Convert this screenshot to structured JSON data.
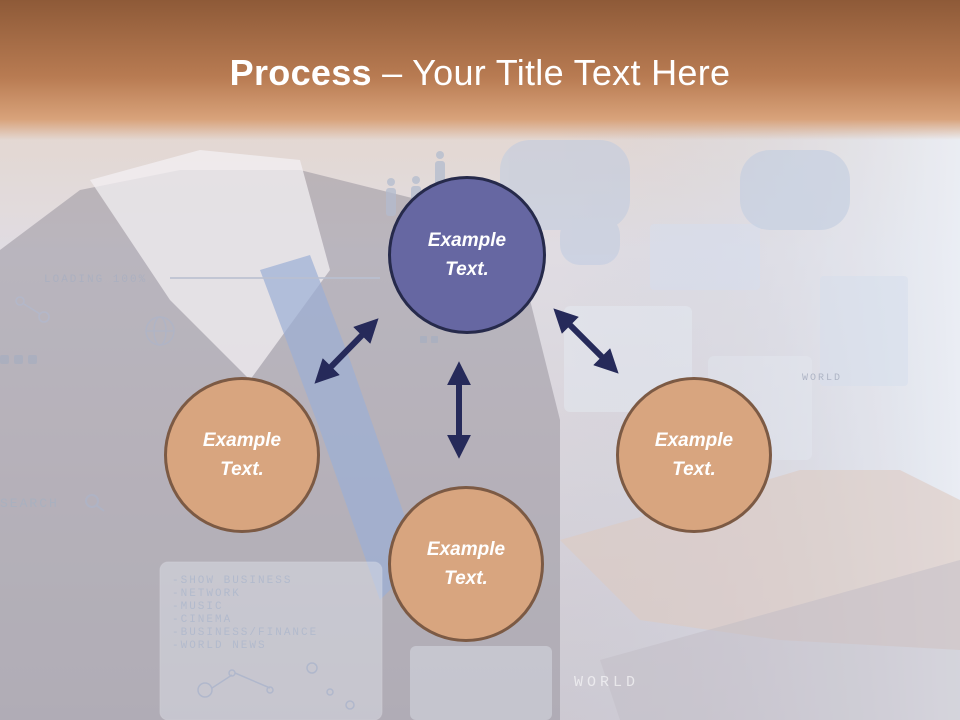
{
  "title": {
    "bold": "Process",
    "rest": " – Your Title Text Here"
  },
  "nodes": {
    "top": "Example\nText.",
    "left": "Example\nText.",
    "right": "Example\nText.",
    "bottom": "Example\nText."
  },
  "background_text": {
    "loading": "LOADING 100%",
    "search": "SEARCH",
    "world_small": "WORLD",
    "world_bottom": "WORLD",
    "menu": [
      "-SHOW BUSINESS",
      "-NETWORK",
      "-MUSIC",
      "-CINEMA",
      "-BUSINESS/FINANCE",
      "-WORLD NEWS"
    ]
  },
  "colors": {
    "title_bar": "#b87b52",
    "top_circle": "#6667a2",
    "side_circle": "#d8a57f",
    "arrow": "#262a5a"
  }
}
